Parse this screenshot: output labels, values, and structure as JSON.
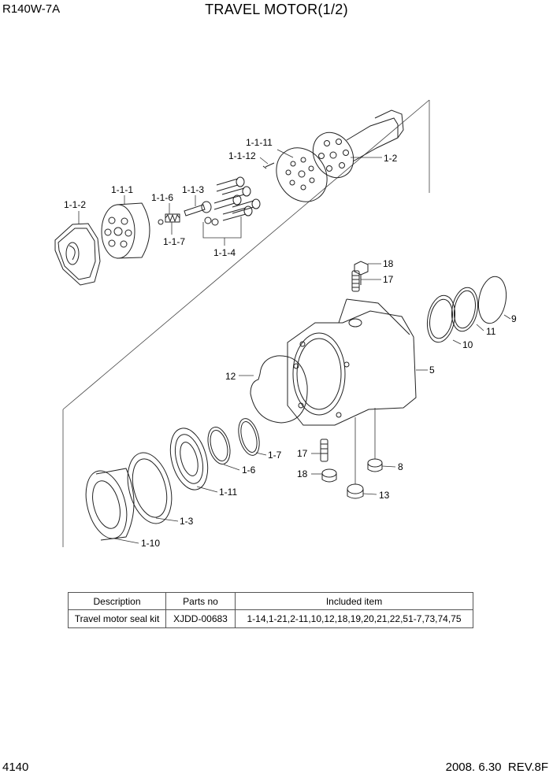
{
  "header": {
    "model": "R140W-7A",
    "title": "TRAVEL MOTOR(1/2)"
  },
  "callouts": {
    "c_1_1_11": "1-1-11",
    "c_1_1_12": "1-1-12",
    "c_1_2": "1-2",
    "c_1_1_1": "1-1-1",
    "c_1_1_6": "1-1-6",
    "c_1_1_3": "1-1-3",
    "c_1_1_2": "1-1-2",
    "c_1_1_7": "1-1-7",
    "c_1_1_4": "1-1-4",
    "c_18a": "18",
    "c_17a": "17",
    "c_9": "9",
    "c_11": "11",
    "c_10": "10",
    "c_5": "5",
    "c_12": "12",
    "c_1_7": "1-7",
    "c_17b": "17",
    "c_8": "8",
    "c_18b": "18",
    "c_1_6": "1-6",
    "c_13": "13",
    "c_1_11": "1-11",
    "c_1_3": "1-3",
    "c_1_10": "1-10"
  },
  "kit_table": {
    "headers": {
      "description": "Description",
      "parts_no": "Parts no",
      "included": "Included item"
    },
    "row": {
      "description": "Travel motor seal kit",
      "parts_no": "XJDD-00683",
      "included": "1-14,1-21,2-11,10,12,18,19,20,21,22,51-7,73,74,75"
    }
  },
  "footer": {
    "page": "4140",
    "date_rev": "2008. 6.30  REV.8F"
  }
}
